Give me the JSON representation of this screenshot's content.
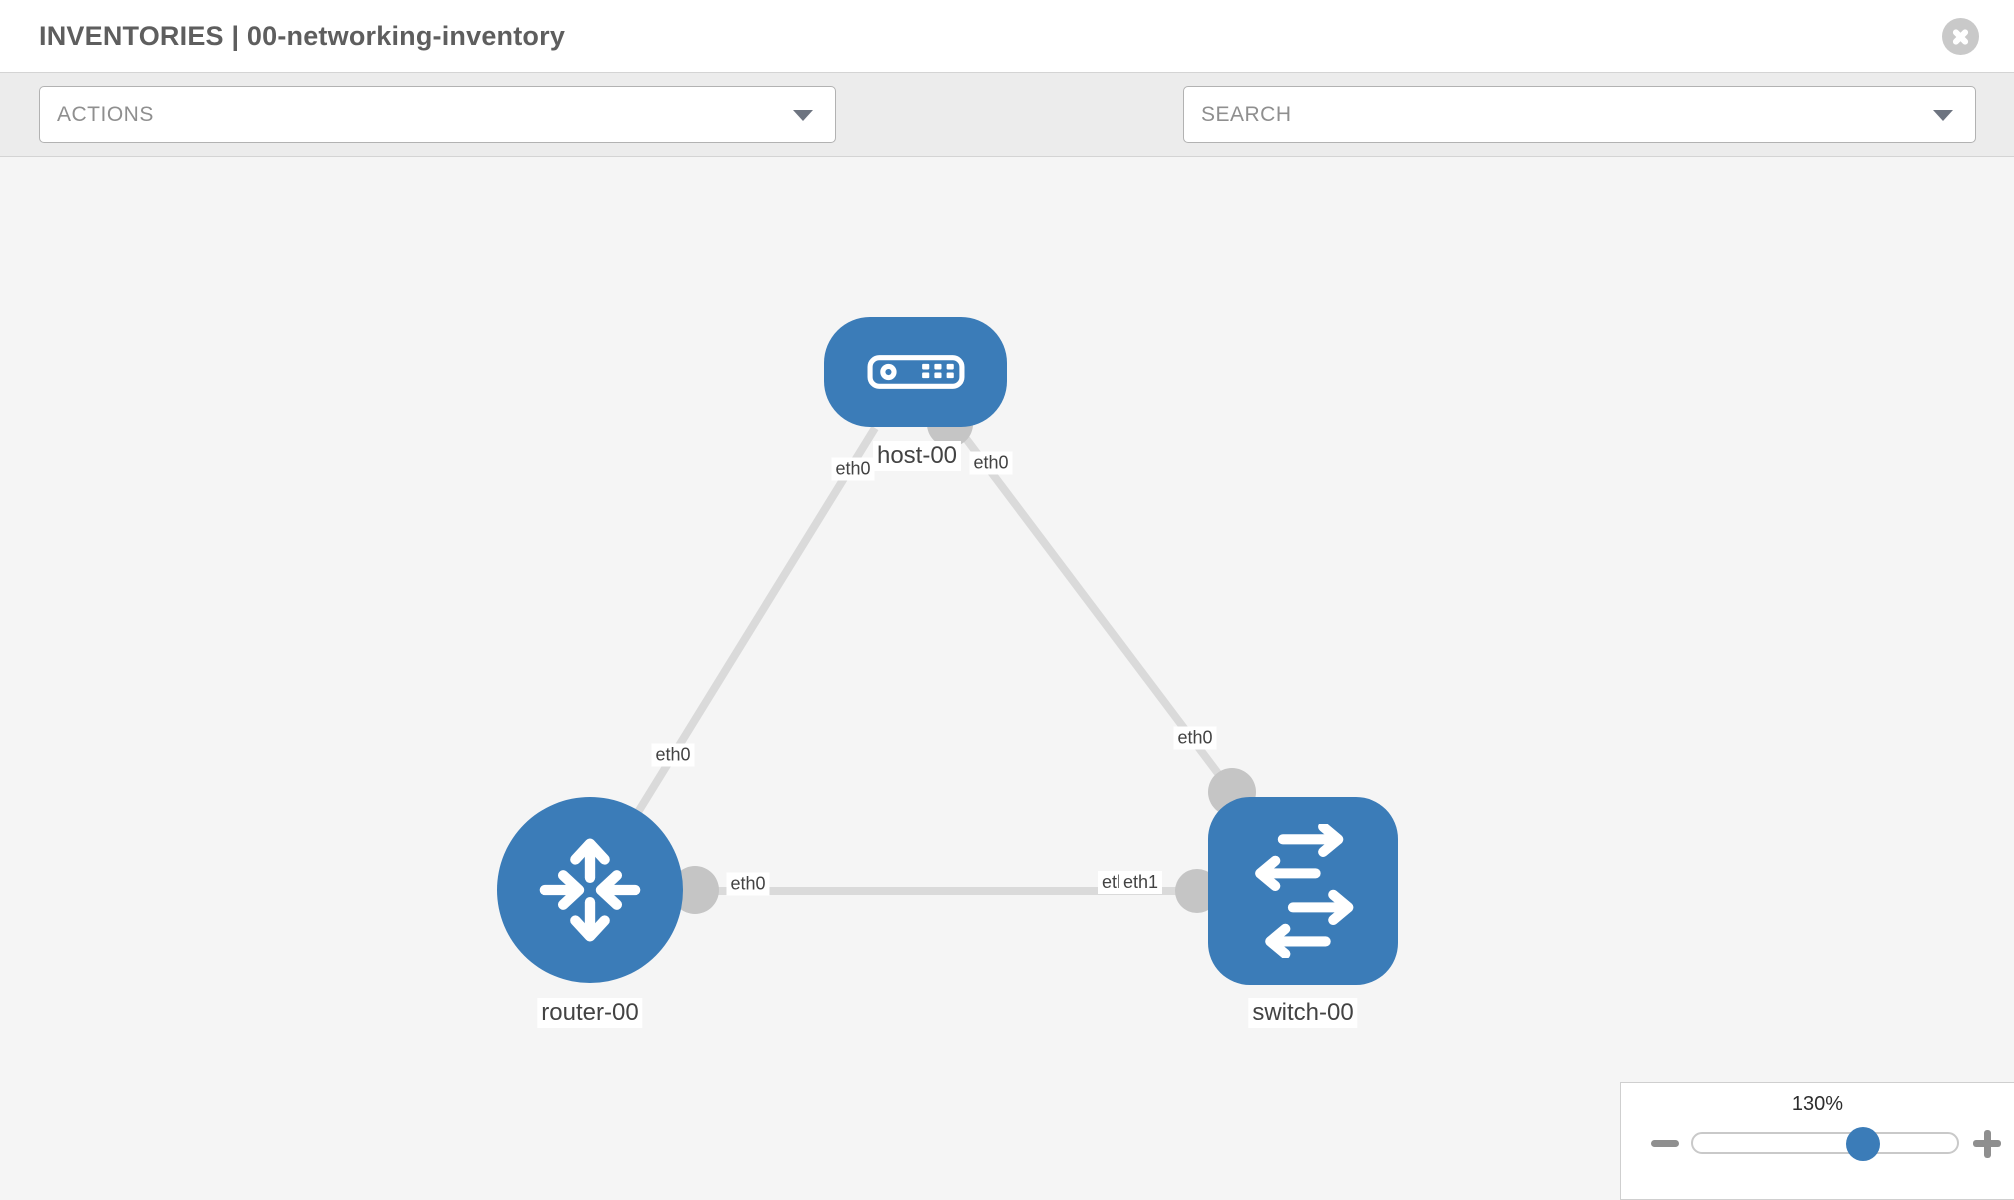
{
  "header": {
    "title": "INVENTORIES | 00-networking-inventory"
  },
  "toolbar": {
    "actions_label": "ACTIONS",
    "search_label": "SEARCH",
    "icons": [
      "wrench-icon",
      "key-icon"
    ]
  },
  "topology": {
    "nodes": [
      {
        "id": "host-00",
        "label": "host-00",
        "type": "host"
      },
      {
        "id": "router-00",
        "label": "router-00",
        "type": "router"
      },
      {
        "id": "switch-00",
        "label": "switch-00",
        "type": "switch"
      }
    ],
    "links": [
      {
        "from": "host-00",
        "from_port": "eth0",
        "to": "router-00",
        "to_port": "eth0"
      },
      {
        "from": "host-00",
        "from_port": "eth0",
        "to": "switch-00",
        "to_port": "eth0"
      },
      {
        "from": "router-00",
        "from_port": "eth0",
        "to": "switch-00",
        "to_port": "eth1"
      }
    ],
    "port_labels": [
      {
        "text": "eth0"
      },
      {
        "text": "eth0"
      },
      {
        "text": "eth0"
      },
      {
        "text": "eth0"
      },
      {
        "text": "eth0"
      },
      {
        "text": "eth0"
      },
      {
        "text": "eth1"
      }
    ]
  },
  "zoom_control": {
    "level": "130%"
  },
  "colors": {
    "node_blue": "#3b7cb8",
    "link_gray": "#dadada",
    "port_gray": "#c5c5c5",
    "canvas_gray": "#f5f5f5"
  }
}
